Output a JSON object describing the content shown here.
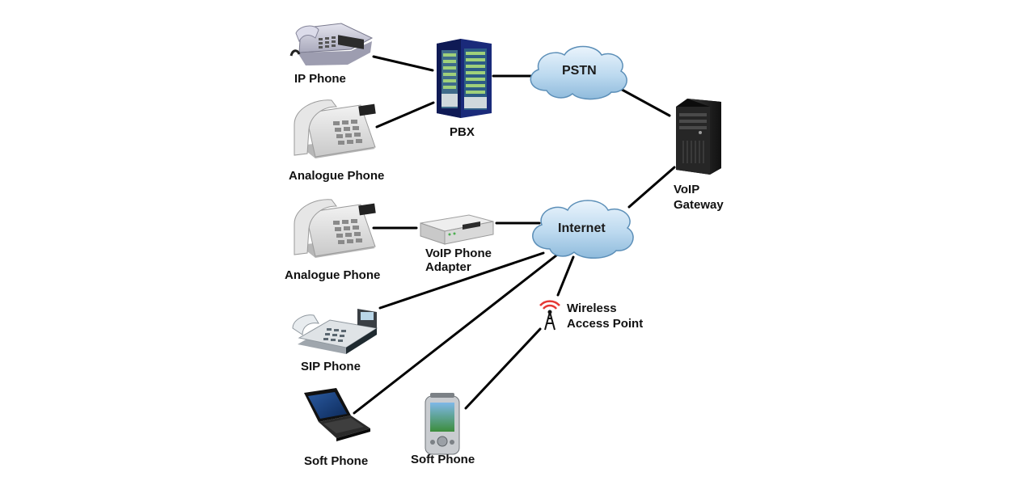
{
  "diagram": {
    "nodes": {
      "ip_phone": "IP Phone",
      "analogue_phone_1": "Analogue Phone",
      "pbx": "PBX",
      "pstn": "PSTN",
      "voip_gateway_line1": "VoIP",
      "voip_gateway_line2": "Gateway",
      "analogue_phone_2": "Analogue Phone",
      "voip_adapter_line1": "VoIP Phone",
      "voip_adapter_line2": "Adapter",
      "internet": "Internet",
      "wireless_ap_line1": "Wireless",
      "wireless_ap_line2": "Access Point",
      "sip_phone": "SIP Phone",
      "soft_phone_laptop": "Soft Phone",
      "soft_phone_pda": "Soft Phone"
    },
    "icons": {
      "ip_phone": "ip-phone-icon",
      "analogue_phone": "analogue-phone-icon",
      "pbx": "pbx-rack-icon",
      "cloud": "cloud-icon",
      "server": "server-tower-icon",
      "adapter": "voip-adapter-icon",
      "sip_phone": "sip-phone-icon",
      "laptop": "laptop-icon",
      "pda": "pda-icon",
      "antenna": "wireless-antenna-icon"
    }
  }
}
